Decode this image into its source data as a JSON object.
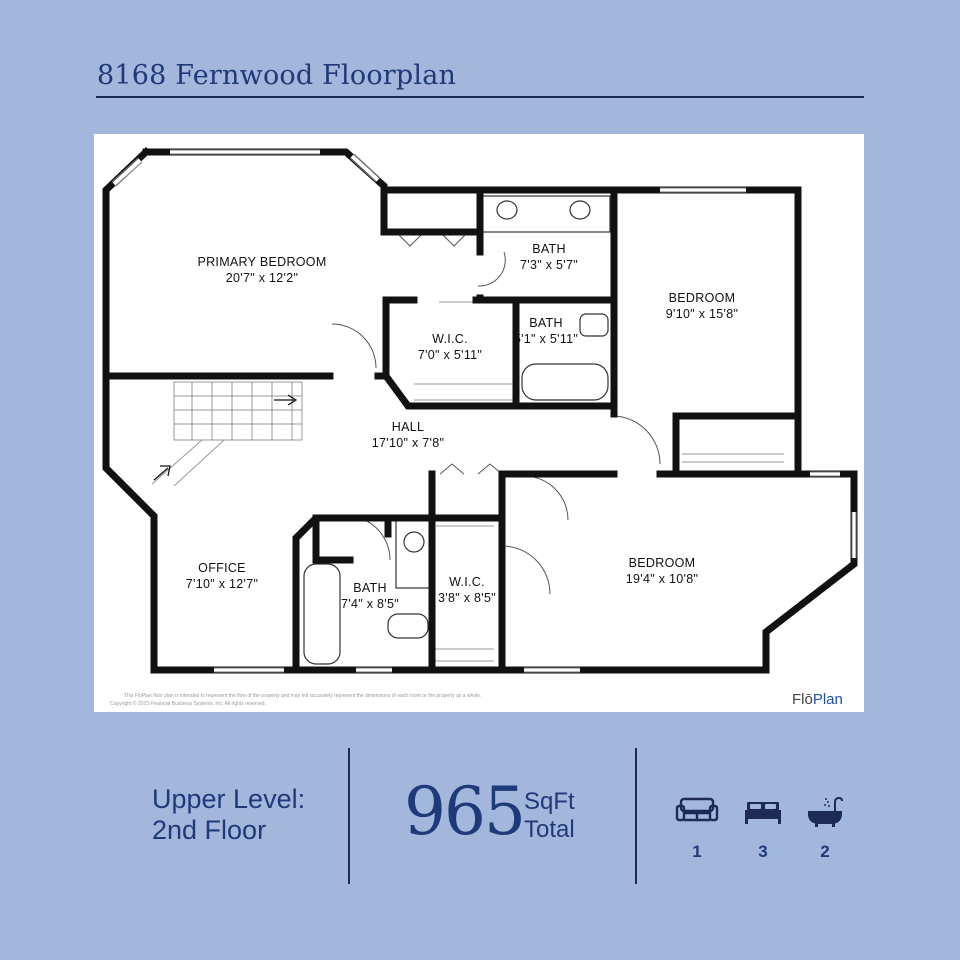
{
  "header": {
    "title": "8168 Fernwood Floorplan"
  },
  "plan": {
    "rooms": [
      {
        "name": "PRIMARY BEDROOM",
        "dims": "20'7\" x 12'2\""
      },
      {
        "name": "BATH",
        "dims": "7'3\" x 5'7\""
      },
      {
        "name": "BEDROOM",
        "dims": "9'10\" x 15'8\""
      },
      {
        "name": "W.I.C.",
        "dims": "7'0\" x 5'11\""
      },
      {
        "name": "BATH",
        "dims": "5'1\" x 5'11\""
      },
      {
        "name": "HALL",
        "dims": "17'10\" x 7'8\""
      },
      {
        "name": "OFFICE",
        "dims": "7'10\" x 12'7\""
      },
      {
        "name": "BATH",
        "dims": "7'4\" x 8'5\""
      },
      {
        "name": "W.I.C.",
        "dims": "3'8\" x 8'5\""
      },
      {
        "name": "BEDROOM",
        "dims": "19'4\" x 10'8\""
      }
    ],
    "disclaimer_1": "This FloPlan floor plan is intended to represent the flow of the property and may not accurately represent the dimensions of each room or the property as a whole.",
    "disclaimer_2": "Copyright © 2023 Financial Business Systems, Inc. All rights reserved.",
    "logo_flo": "Flō",
    "logo_plan": "Plan"
  },
  "footer": {
    "level_line1": "Upper Level:",
    "level_line2": "2nd Floor",
    "sqft_value": "965",
    "sqft_unit_1": "SqFt",
    "sqft_unit_2": "Total",
    "stats": [
      {
        "icon": "sofa-icon",
        "count": "1"
      },
      {
        "icon": "bed-icon",
        "count": "3"
      },
      {
        "icon": "bathtub-icon",
        "count": "2"
      }
    ]
  },
  "colors": {
    "background": "#a3b6dc",
    "accent": "#1e3a78",
    "rule": "#1c2a55"
  }
}
